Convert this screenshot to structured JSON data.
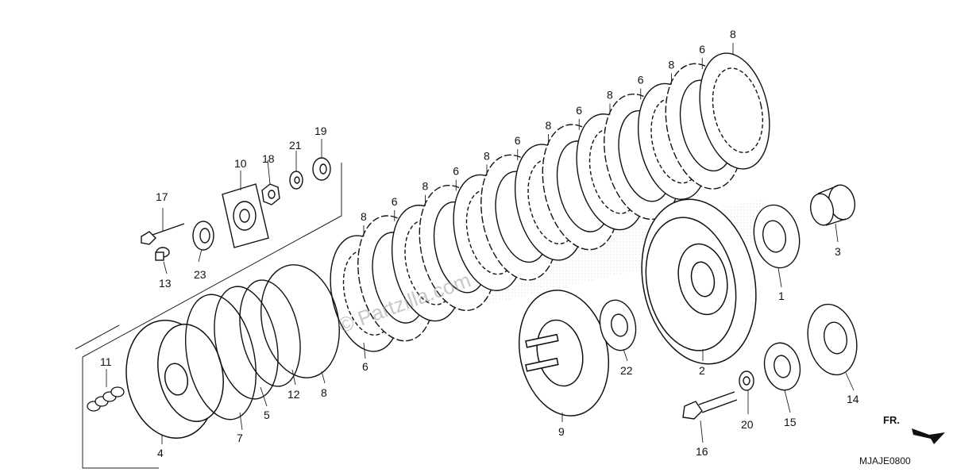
{
  "diagram": {
    "watermark": "© Partzilla.com",
    "drawing_code": "MJAJE0800",
    "direction_label": "FR.",
    "callouts": [
      "1",
      "2",
      "3",
      "4",
      "5",
      "6",
      "7",
      "8",
      "9",
      "10",
      "11",
      "12",
      "13",
      "14",
      "15",
      "16",
      "17",
      "18",
      "19",
      "20",
      "21",
      "22",
      "23"
    ]
  },
  "labels": {
    "p1": "1",
    "p2": "2",
    "p3": "3",
    "p4": "4",
    "p5": "5",
    "p7": "7",
    "p9": "9",
    "p10": "10",
    "p11": "11",
    "p12": "12",
    "p13": "13",
    "p14": "14",
    "p15": "15",
    "p16": "16",
    "p17": "17",
    "p18": "18",
    "p19": "19",
    "p20": "20",
    "p21": "21",
    "p22": "22",
    "p23": "23",
    "p6": "6",
    "p8": "8"
  }
}
